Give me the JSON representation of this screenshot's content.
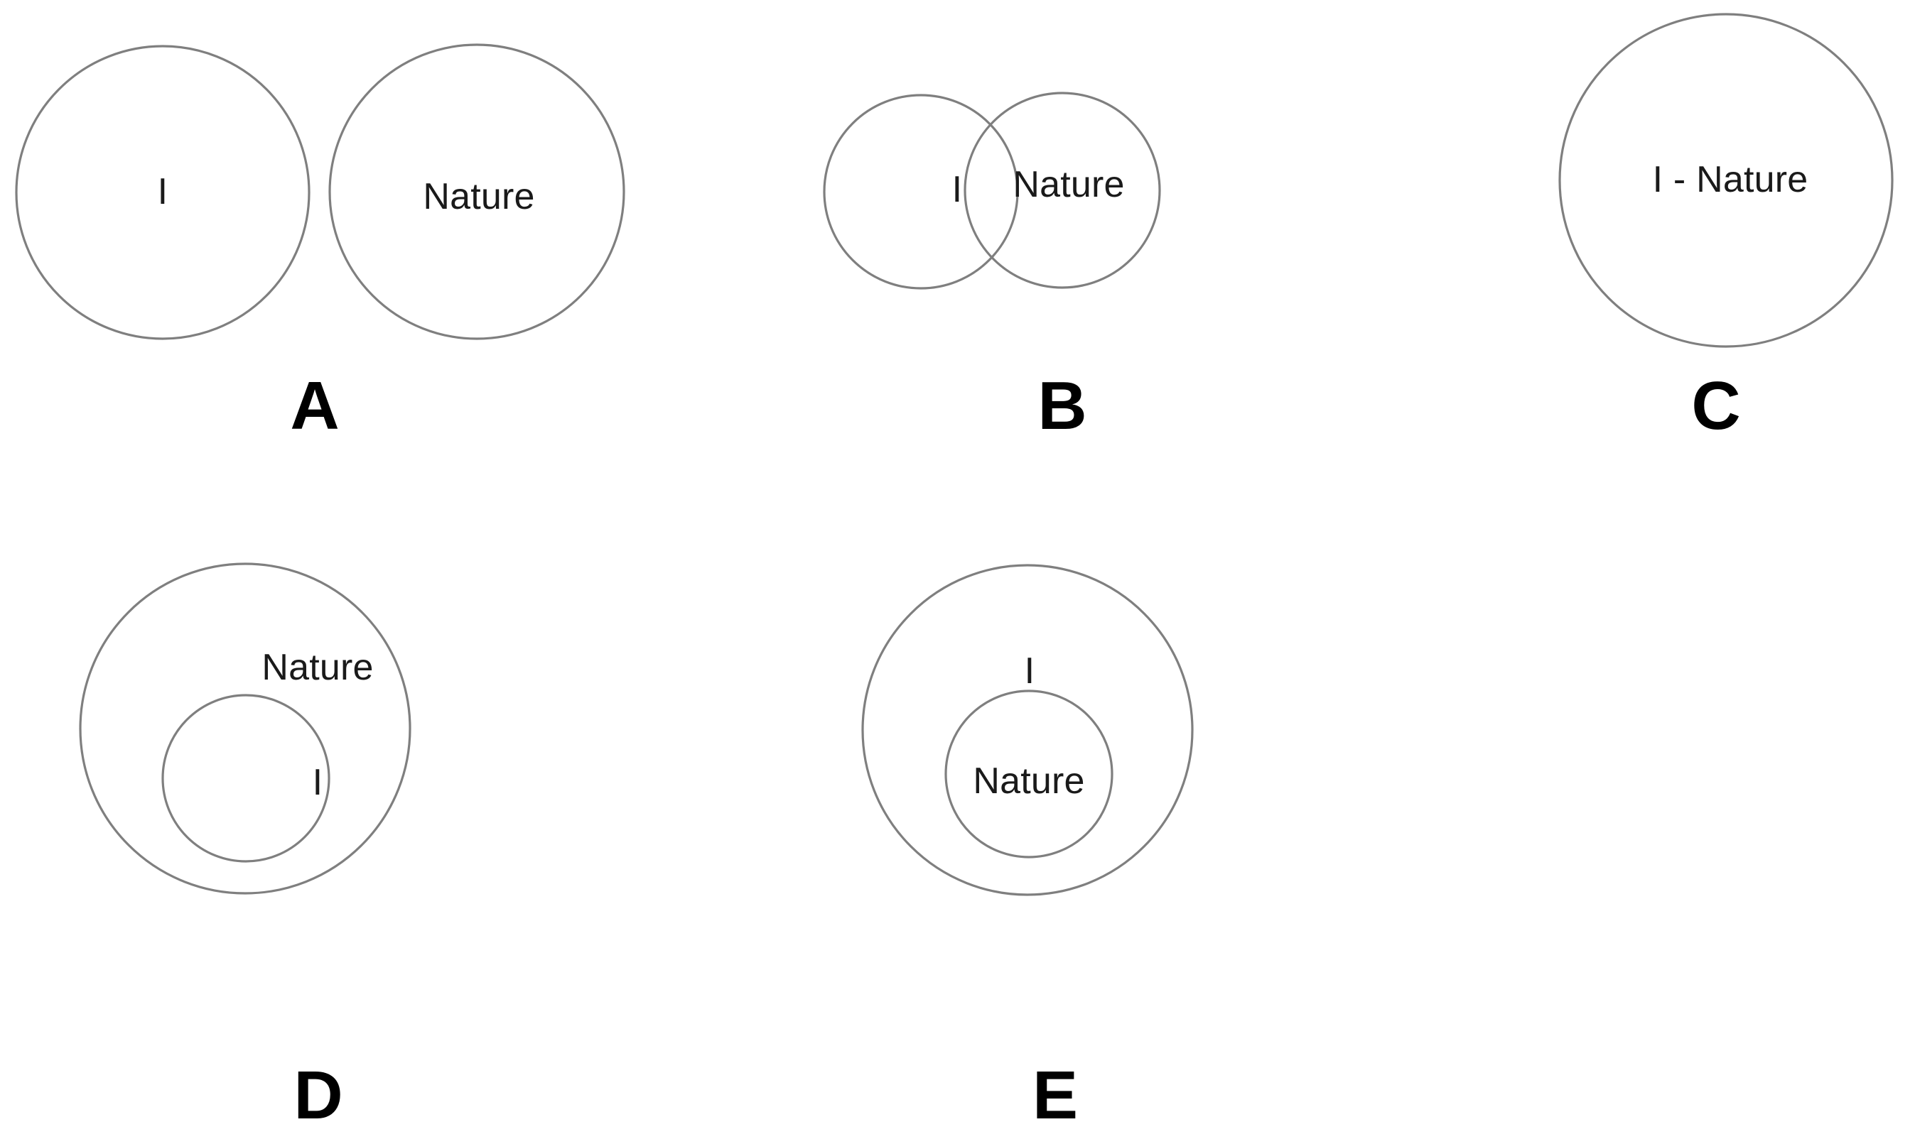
{
  "figure": {
    "type": "venn-diagram-set",
    "background_color": "#ffffff",
    "stroke_color": "#7f7f7f",
    "text_color": "#1a1a1a",
    "letter_color": "#000000"
  },
  "panels": [
    {
      "letter": "A",
      "relation": "disjoint",
      "labels": [
        {
          "text": "I"
        },
        {
          "text": "Nature"
        }
      ]
    },
    {
      "letter": "B",
      "relation": "overlapping",
      "labels": [
        {
          "text": "I"
        },
        {
          "text": "Nature"
        }
      ]
    },
    {
      "letter": "C",
      "relation": "identical-merged",
      "labels": [
        {
          "text": "I - Nature"
        }
      ]
    },
    {
      "letter": "D",
      "relation": "i-inside-nature",
      "labels": [
        {
          "text": "Nature"
        },
        {
          "text": "I"
        }
      ]
    },
    {
      "letter": "E",
      "relation": "nature-inside-i",
      "labels": [
        {
          "text": "I"
        },
        {
          "text": "Nature"
        }
      ]
    }
  ]
}
